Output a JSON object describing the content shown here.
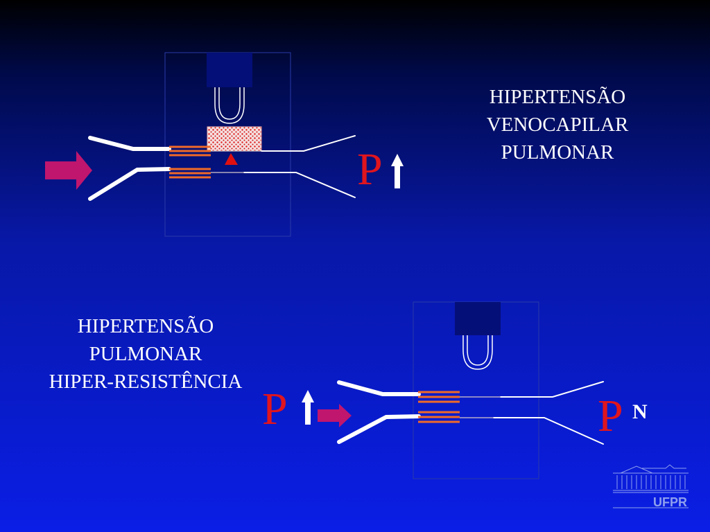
{
  "top_case": {
    "caption_lines": [
      "HIPERTENSÃO",
      "VENOCAPILAR",
      "PULMONAR"
    ],
    "pressure_symbol": "P",
    "pressure_direction": "up"
  },
  "bottom_case": {
    "caption_lines": [
      "HIPERTENSÃO",
      "PULMONAR",
      "HIPER-RESISTÊNCIA"
    ],
    "pressure_left_symbol": "P",
    "pressure_left_direction": "up",
    "pressure_right_symbol": "P",
    "pressure_right_suffix": "N"
  },
  "logo": {
    "text": "UFPR"
  },
  "colors": {
    "pressure_letter": "#e0151e",
    "flow_arrow": "#c0166e",
    "muscle_band": "#f06a28",
    "obstruction_marker": "#e01010",
    "block": "#050f78",
    "frame": "#2a3aa8"
  }
}
